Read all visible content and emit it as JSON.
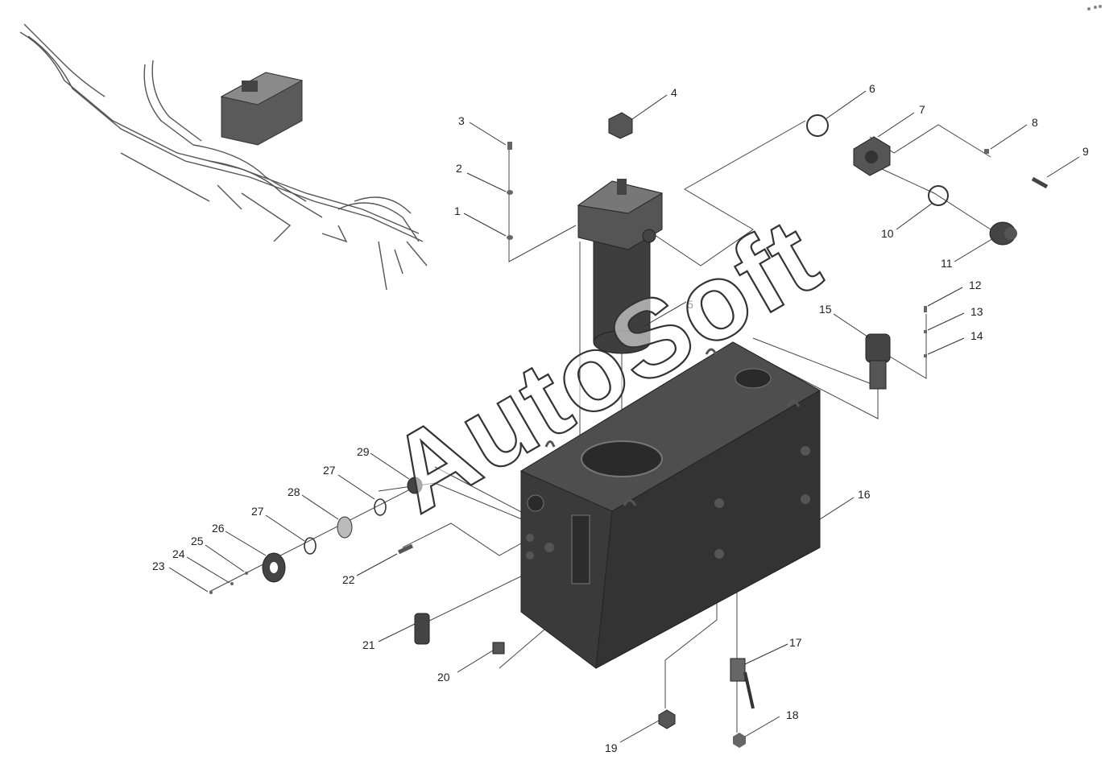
{
  "watermark": "AutoSoft",
  "callouts": [
    "1",
    "2",
    "3",
    "4",
    "5",
    "6",
    "7",
    "8",
    "9",
    "10",
    "11",
    "12",
    "13",
    "14",
    "15",
    "16",
    "17",
    "18",
    "19",
    "20",
    "21",
    "22",
    "23",
    "24",
    "25",
    "26",
    "27",
    "28",
    "29"
  ],
  "callout_27_second": "27",
  "colors": {
    "line": "#333333",
    "part_dark": "#3a3a3a",
    "part_mid": "#555555",
    "watermark": "#ffffff"
  }
}
